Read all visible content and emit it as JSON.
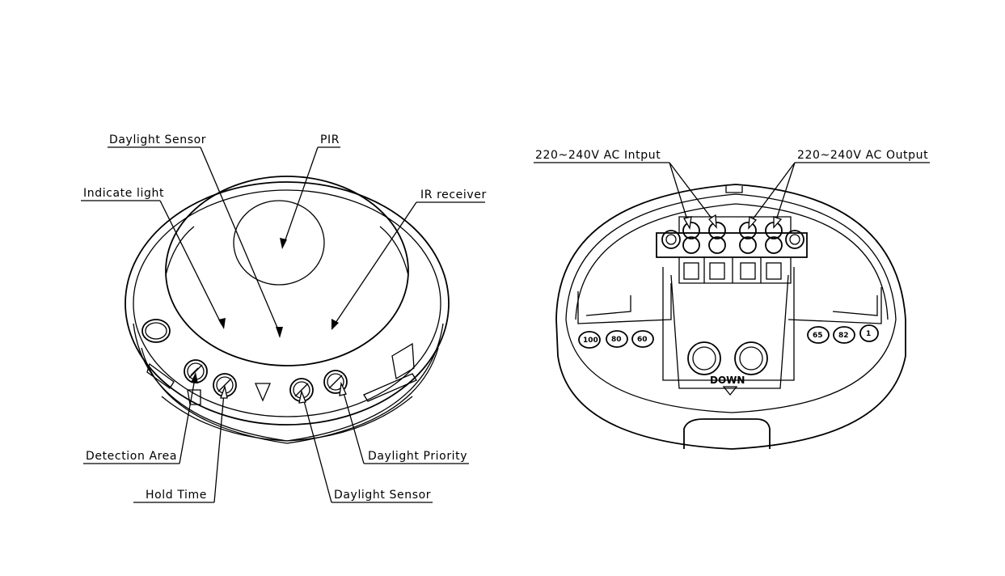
{
  "left_view": {
    "labels": {
      "daylight_sensor_top": "Daylight Sensor",
      "pir": "PIR",
      "indicate_light": "Indicate light",
      "ir_receiver": "IR receiver",
      "detection_area": "Detection Area",
      "hold_time": "Hold Time",
      "daylight_sensor_bottom": "Daylight Sensor",
      "daylight_priority": "Daylight Priority"
    }
  },
  "right_view": {
    "labels": {
      "ac_input": "220~240V AC Intput",
      "ac_output": "220~240V AC Output",
      "down": "DOWN"
    },
    "left_markings": [
      "100",
      "80",
      "60"
    ],
    "right_markings": [
      "65",
      "82",
      "1"
    ]
  }
}
